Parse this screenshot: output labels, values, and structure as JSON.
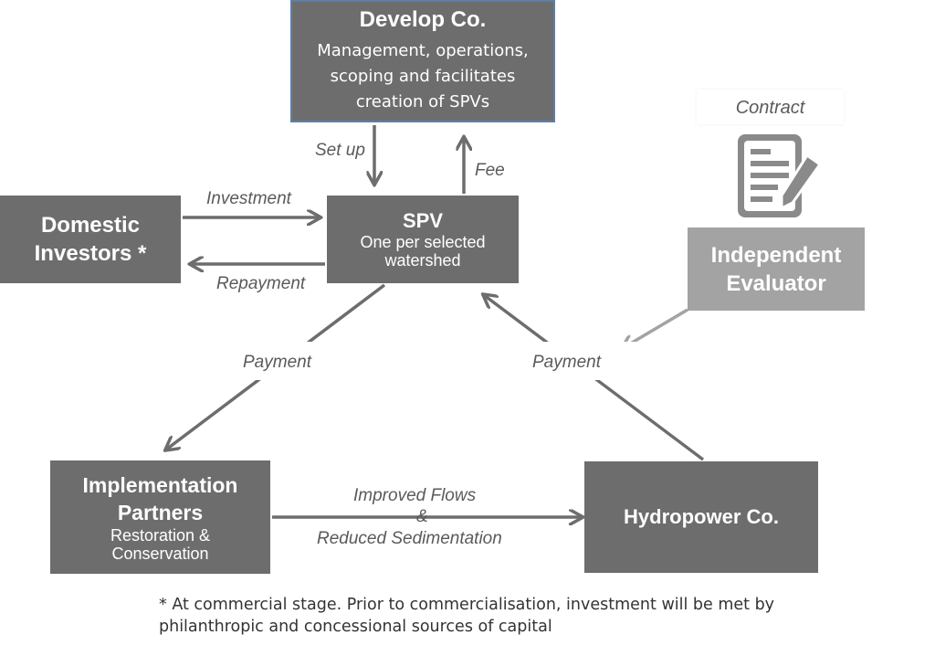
{
  "develop": {
    "title": "Develop Co.",
    "line1": "Management, operations,",
    "line2": "scoping and facilitates",
    "line3": "creation of SPVs"
  },
  "spv": {
    "title": "SPV",
    "line1": "One per selected",
    "line2": "watershed"
  },
  "investors": {
    "line1": "Domestic",
    "line2": "Investors *"
  },
  "evaluator": {
    "line1": "Independent",
    "line2": "Evaluator"
  },
  "partners": {
    "line1": "Implementation",
    "line2": "Partners",
    "sub1": "Restoration &",
    "sub2": "Conservation"
  },
  "hydro": {
    "title": "Hydropower Co."
  },
  "contract": {
    "label": "Contract",
    "icon": "contract-document-icon"
  },
  "flows": {
    "setup": "Set up",
    "fee": "Fee",
    "investment": "Investment",
    "repayment": "Repayment",
    "payment_left": "Payment",
    "payment_right": "Payment",
    "improved1": "Improved Flows",
    "improved2": "&",
    "improved3": "Reduced Sedimentation"
  },
  "footnote": {
    "line1": "* At commercial stage.  Prior to commercialisation, investment will be met by",
    "line2": "philanthropic and concessional sources of capital"
  },
  "colors": {
    "box_dark": "#6d6d6d",
    "box_light": "#a3a3a3",
    "arrow": "#6d6d6d",
    "arrow_light": "#a3a3a3",
    "develop_border": "#5d7fa8"
  }
}
